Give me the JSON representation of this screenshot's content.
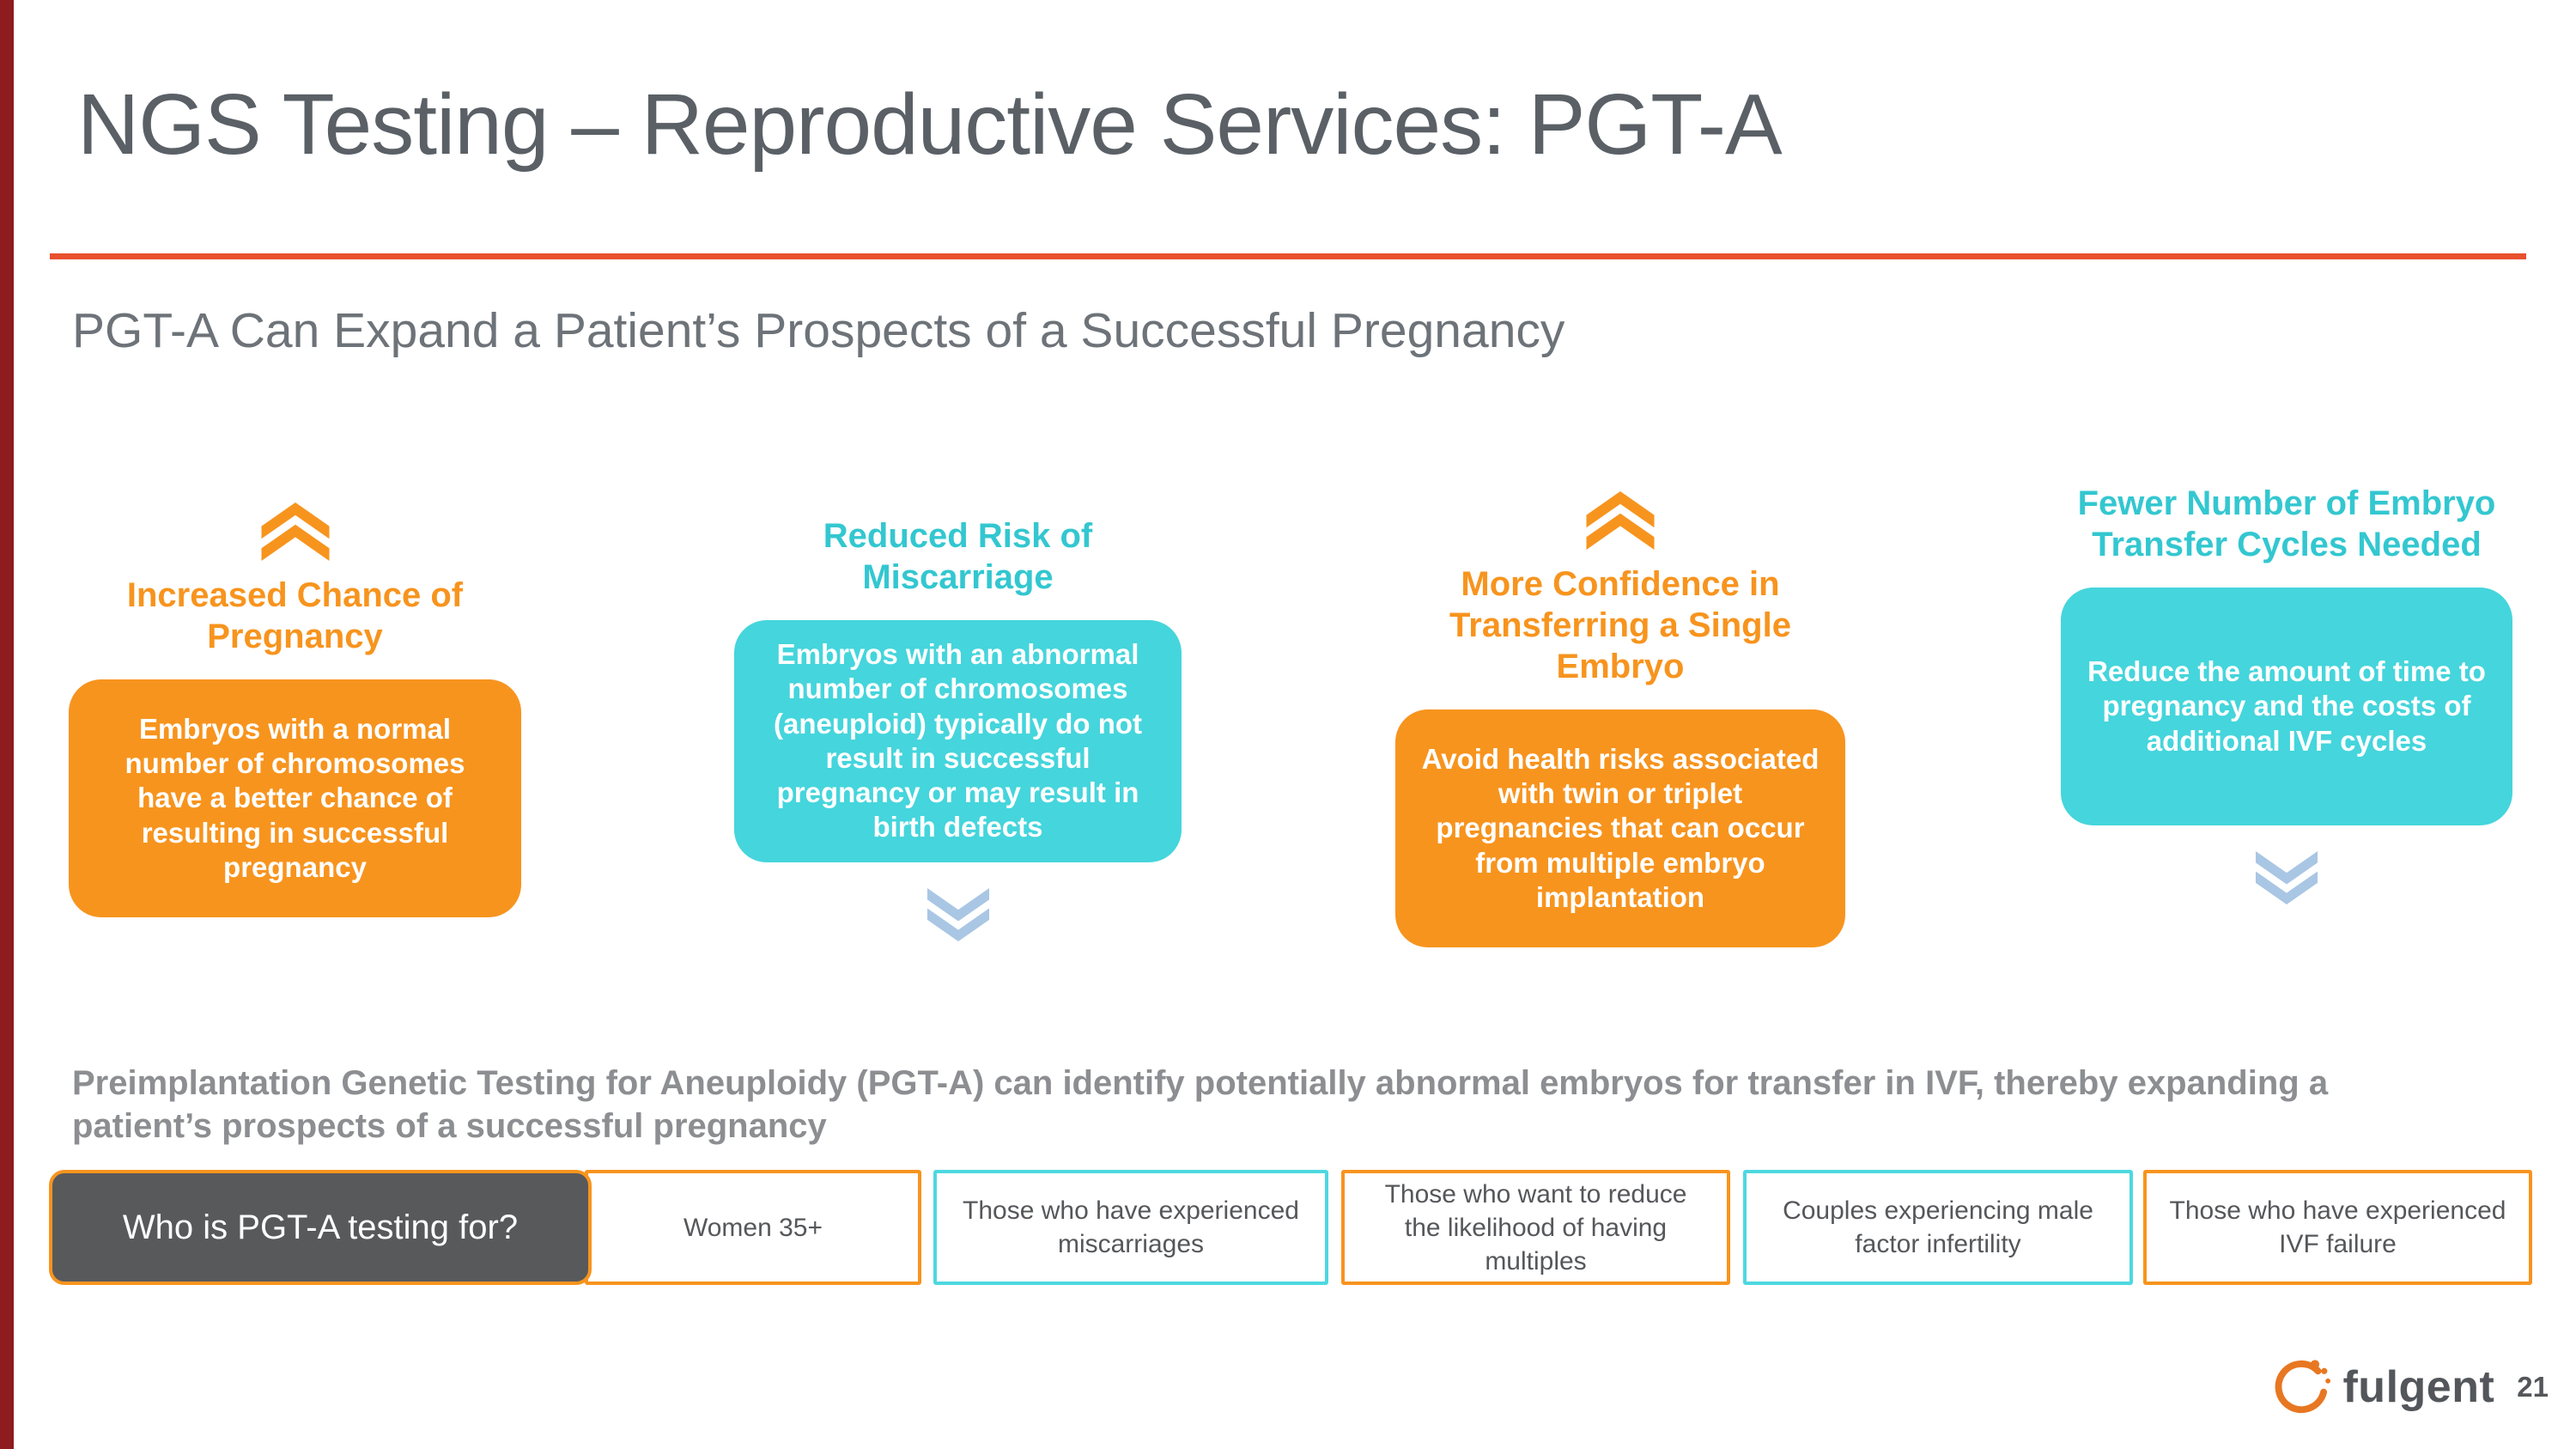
{
  "slide": {
    "title": "NGS Testing – Reproductive Services: PGT-A",
    "subtitle": "PGT-A Can Expand a Patient’s Prospects of a Successful Pregnancy",
    "summary": "Preimplantation Genetic Testing for Aneuploidy (PGT-A) can identify potentially abnormal embryos for transfer in IVF, thereby expanding a patient’s prospects of a successful pregnancy"
  },
  "benefits": [
    {
      "heading": "Increased Chance of Pregnancy",
      "body": "Embryos with a normal number of chromosomes have a better chance of resulting in successful pregnancy",
      "accent": "orange",
      "arrow": "up"
    },
    {
      "heading": "Reduced Risk of Miscarriage",
      "body": "Embryos with an abnormal number of chromosomes (aneuploid) typically do not result in successful pregnancy or may result in birth defects",
      "accent": "teal",
      "arrow": "down"
    },
    {
      "heading": "More Confidence in Transferring a Single Embryo",
      "body": "Avoid health risks associated with twin or triplet pregnancies that can occur from multiple embryo implantation",
      "accent": "orange",
      "arrow": "up"
    },
    {
      "heading": "Fewer Number of Embryo Transfer Cycles Needed",
      "body": "Reduce the amount of time to pregnancy and the costs of additional IVF cycles",
      "accent": "teal",
      "arrow": "down"
    }
  ],
  "audience": {
    "question": "Who is PGT-A testing for?",
    "items": [
      "Women 35+",
      "Those who have experienced miscarriages",
      "Those who want to reduce the likelihood of having multiples",
      "Couples experiencing male factor infertility",
      "Those who have experienced IVF failure"
    ]
  },
  "footer": {
    "brand": "fulgent",
    "page": "21"
  },
  "icons": {
    "up_arrow": "chevron-double-up-icon",
    "down_arrow": "chevron-double-down-icon",
    "logo": "fulgent-logo-icon"
  },
  "colors": {
    "orange": "#F7941E",
    "teal_box": "#45D5DC",
    "teal_text": "#33C7D0",
    "light_blue_arrow": "#A9C6E4",
    "divider_red": "#E8502E",
    "dark_gray_box": "#58595B",
    "title_gray": "#5A6066",
    "summary_gray": "#8C8E91",
    "left_bar_red": "#8E1B1E",
    "logo_orange": "#E87722"
  }
}
